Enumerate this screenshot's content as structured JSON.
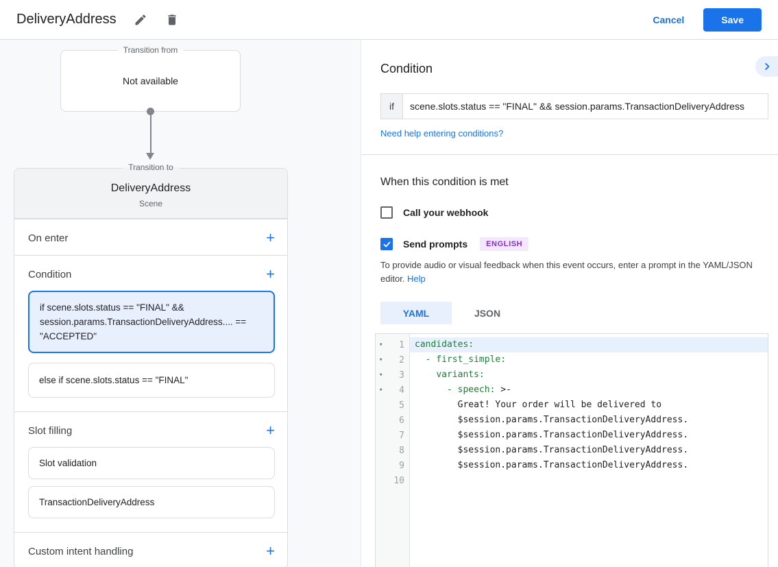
{
  "colors": {
    "accent_blue": "#1a73e8",
    "selected_card_bg": "#e8f0fe",
    "yaml_key_green": "#188038",
    "badge_bg": "#f3e8fd",
    "badge_text": "#8430ce",
    "panel_bg": "#f8f9fa"
  },
  "icons": {
    "add": "+",
    "fold": "▾"
  },
  "header": {
    "title": "DeliveryAddress",
    "cancel_label": "Cancel",
    "save_label": "Save"
  },
  "flow": {
    "transition_from": {
      "label": "Transition from",
      "content": "Not available"
    },
    "transition_to": {
      "label": "Transition to",
      "title": "DeliveryAddress",
      "subtitle": "Scene"
    },
    "sections": {
      "on_enter": {
        "label": "On enter"
      },
      "condition": {
        "label": "Condition",
        "cards": [
          {
            "text": "if scene.slots.status == \"FINAL\" && session.params.TransactionDeliveryAddress.... == \"ACCEPTED\"",
            "selected": true
          },
          {
            "text": "else if scene.slots.status == \"FINAL\"",
            "selected": false
          }
        ]
      },
      "slot_filling": {
        "label": "Slot filling",
        "cards": [
          {
            "text": "Slot validation"
          },
          {
            "text": "TransactionDeliveryAddress"
          }
        ]
      },
      "custom_intent": {
        "label": "Custom intent handling"
      }
    }
  },
  "condition_panel": {
    "heading": "Condition",
    "if_label": "if",
    "expression": "scene.slots.status == \"FINAL\" && session.params.TransactionDeliveryAddress",
    "help_link": "Need help entering conditions?"
  },
  "when_met": {
    "heading": "When this condition is met",
    "webhook": {
      "label": "Call your webhook",
      "checked": false
    },
    "prompts": {
      "label": "Send prompts",
      "checked": true,
      "badge": "ENGLISH"
    },
    "description": "To provide audio or visual feedback when this event occurs, enter a prompt in the YAML/JSON editor.",
    "help_label": "Help"
  },
  "editor": {
    "tabs": [
      {
        "label": "YAML",
        "active": true
      },
      {
        "label": "JSON",
        "active": false
      }
    ],
    "lines": [
      {
        "n": "1",
        "fold": true,
        "active": true,
        "parts": [
          {
            "t": "candidates:",
            "c": "key"
          }
        ]
      },
      {
        "n": "2",
        "fold": true,
        "parts": [
          {
            "t": "  ",
            "c": "plain"
          },
          {
            "t": "- first_simple:",
            "c": "key"
          }
        ]
      },
      {
        "n": "3",
        "fold": true,
        "parts": [
          {
            "t": "    ",
            "c": "plain"
          },
          {
            "t": "variants:",
            "c": "key"
          }
        ]
      },
      {
        "n": "4",
        "fold": true,
        "parts": [
          {
            "t": "      ",
            "c": "plain"
          },
          {
            "t": "- speech:",
            "c": "key"
          },
          {
            "t": " >-",
            "c": "plain"
          }
        ]
      },
      {
        "n": "5",
        "parts": [
          {
            "t": "        Great! Your order will be delivered to",
            "c": "plain"
          }
        ]
      },
      {
        "n": "6",
        "parts": [
          {
            "t": "        $session.params.TransactionDeliveryAddress.",
            "c": "plain"
          }
        ]
      },
      {
        "n": "7",
        "parts": [
          {
            "t": "        $session.params.TransactionDeliveryAddress.",
            "c": "plain"
          }
        ]
      },
      {
        "n": "8",
        "parts": [
          {
            "t": "        $session.params.TransactionDeliveryAddress.",
            "c": "plain"
          }
        ]
      },
      {
        "n": "9",
        "parts": [
          {
            "t": "        $session.params.TransactionDeliveryAddress.",
            "c": "plain"
          }
        ]
      },
      {
        "n": "10",
        "parts": []
      }
    ]
  }
}
